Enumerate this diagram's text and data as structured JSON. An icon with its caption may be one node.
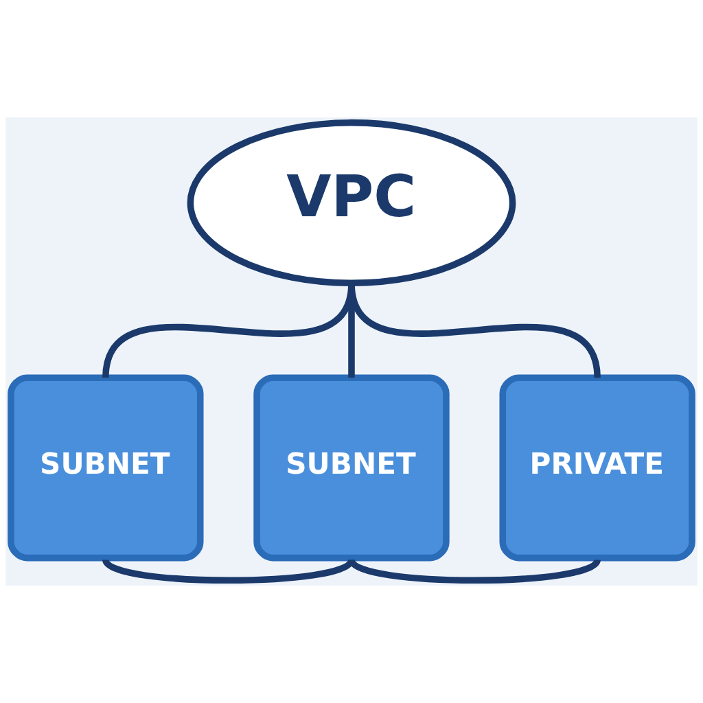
{
  "diagram": {
    "nodes": [
      {
        "text": [
          "VPC"
        ]
      },
      {
        "text": [
          "SUBNET"
        ]
      },
      {
        "text": [
          "SUBNET"
        ]
      },
      {
        "text": [
          "PRIVATE"
        ]
      }
    ],
    "edges": [
      {
        "from": 0,
        "to": 1,
        "arrow": "none"
      },
      {
        "from": 0,
        "to": 2,
        "arrow": "none"
      },
      {
        "from": 0,
        "to": 3,
        "arrow": "none"
      },
      {
        "from": 1,
        "to": 2,
        "arrow": "none"
      },
      {
        "from": 2,
        "to": 3,
        "arrow": "none"
      }
    ]
  }
}
